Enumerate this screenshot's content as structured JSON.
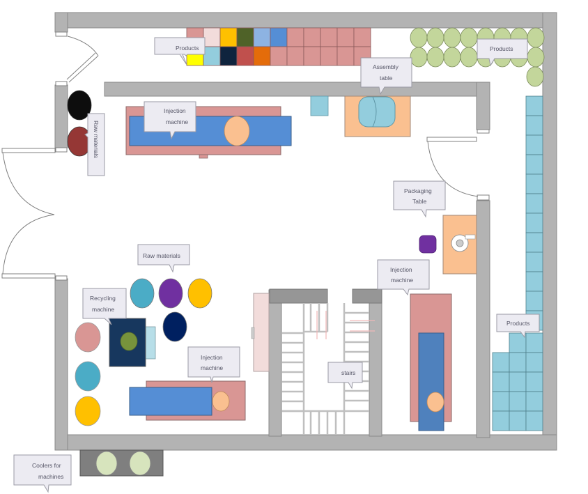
{
  "title": "Factory floor plan",
  "colors": {
    "wall": "#b3b3b3",
    "wall_stroke": "#8a8a8a",
    "callout_fill": "#ecebf2",
    "callout_stroke": "#9a9aa4",
    "pink": "#d99694",
    "blue": "#558ed5",
    "peach": "#fac090",
    "teal": "#93cddd",
    "green_light": "#c3d69b",
    "stairs_dark": "#969696"
  },
  "labels": {
    "products_top_left": "Products",
    "products_top_right": "Products",
    "products_right": "Products",
    "raw_materials_left": "Raw materials",
    "raw_materials_center": "Raw materials",
    "injection_machine_top": [
      "Injection",
      "machine"
    ],
    "injection_machine_bottom": [
      "Injection",
      "machine"
    ],
    "injection_machine_right": [
      "Injection",
      "machine"
    ],
    "assembly_table": [
      "Assembly",
      "table"
    ],
    "packaging_table": [
      "Packaging",
      "Table"
    ],
    "recycling_machine": [
      "Recycling",
      "machine"
    ],
    "stairs": "stairs",
    "coolers": [
      "Coolers for",
      "machines"
    ]
  },
  "product_shelf_top": {
    "row1": [
      "#d99694",
      "#f2dcdb",
      "#ffc000",
      "#4f6228",
      "#8db3e2",
      "#558ed5",
      "#d99694",
      "#d99694",
      "#d99694",
      "#d99694",
      "#d99694"
    ],
    "row2": [
      "#ffff00",
      "#93cddd",
      "#0f243e",
      "#c0504d",
      "#e46c0a",
      "#d99694",
      "#d99694",
      "#d99694",
      "#d99694",
      "#d99694",
      "#d99694"
    ]
  },
  "raw_material_barrels_left": [
    "#0d0d0d",
    "#953735"
  ],
  "raw_material_barrels_center": [
    "#4bacc6",
    "#7030a0",
    "#ffc000",
    "#002060"
  ],
  "barrels_left_column": [
    "#d99694",
    "#4bacc6",
    "#ffc000"
  ]
}
